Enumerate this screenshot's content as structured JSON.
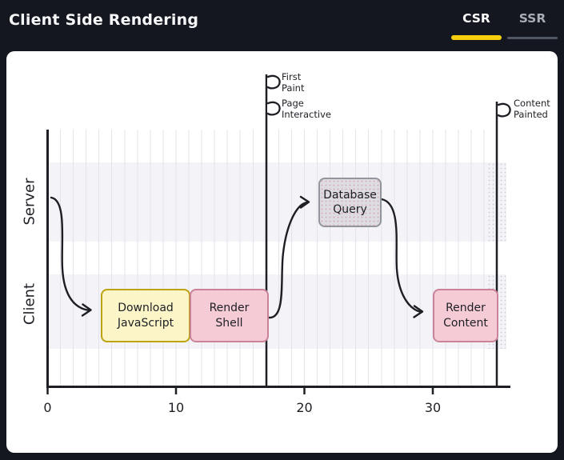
{
  "header": {
    "title": "Client Side Rendering",
    "tabs": [
      {
        "label": "CSR",
        "active": true
      },
      {
        "label": "SSR",
        "active": false
      }
    ]
  },
  "diagram": {
    "lanes": [
      {
        "label": "Server"
      },
      {
        "label": "Client"
      }
    ],
    "x_ticks": [
      "0",
      "10",
      "20",
      "30"
    ],
    "x_axis_range": [
      0,
      36
    ],
    "events": [
      {
        "line1": "First",
        "line2": "Paint",
        "t": 17
      },
      {
        "line1": "Page",
        "line2": "Interactive",
        "t": 17
      },
      {
        "line1": "Content",
        "line2": "Painted",
        "t": 35
      }
    ],
    "boxes": [
      {
        "line1": "Download",
        "line2": "JavaScript",
        "lane": "Client",
        "t_start": 4,
        "t_end": 11,
        "color": "yellow"
      },
      {
        "line1": "Render",
        "line2": "Shell",
        "lane": "Client",
        "t_start": 11,
        "t_end": 17,
        "color": "pink"
      },
      {
        "line1": "Database",
        "line2": "Query",
        "lane": "Server",
        "t_start": 21,
        "t_end": 26,
        "color": "gray"
      },
      {
        "line1": "Render",
        "line2": "Content",
        "lane": "Client",
        "t_start": 30,
        "t_end": 35,
        "color": "pink"
      }
    ]
  },
  "colors": {
    "background": "#141720",
    "panel": "#ffffff",
    "ink": "#1d1f24",
    "accent_yellow": "#f7cf0e",
    "tab_inactive_text": "#a9adb4",
    "tab_inactive_underline": "#525863",
    "band": "#f3f3f8",
    "grid": "#e3e3eb",
    "box_yellow_fill": "#fbf5c8",
    "box_yellow_border": "#bca30f",
    "box_pink_fill": "#f5cbd6",
    "box_pink_border": "#ca8399",
    "box_gray_fill": "#dcdce2",
    "box_gray_border": "#94959c"
  }
}
